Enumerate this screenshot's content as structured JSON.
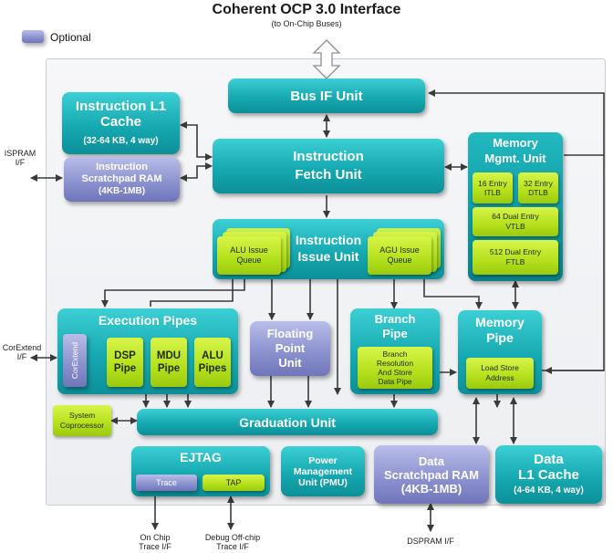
{
  "header": {
    "title": "Coherent OCP 3.0 Interface",
    "subtitle": "(to On-Chip Buses)"
  },
  "legend": {
    "label": "Optional",
    "color": "#8d93d0"
  },
  "colors": {
    "core": "#16a9b1",
    "optional": "#8d93d0",
    "sub_unit": "#b4e01b",
    "arrow": "#3a3a3a"
  },
  "blocks": {
    "bus_if": {
      "label": "Bus IF Unit"
    },
    "icache": {
      "line1": "Instruction L1",
      "line2": "Cache",
      "detail": "(32-64 KB, 4 way)"
    },
    "ispram": {
      "line1": "Instruction",
      "line2": "Scratchpad RAM",
      "detail": "(4KB-1MB)"
    },
    "ifu": {
      "line1": "Instruction",
      "line2": "Fetch Unit"
    },
    "mmu": {
      "line1": "Memory",
      "line2": "Mgmt. Unit",
      "itlb": {
        "line1": "16 Entry",
        "line2": "ITLB"
      },
      "dtlb": {
        "line1": "32 Entry",
        "line2": "DTLB"
      },
      "vtlb": {
        "line1": "64 Dual Entry",
        "line2": "VTLB"
      },
      "ftlb": {
        "line1": "512 Dual Entry",
        "line2": "FTLB"
      }
    },
    "iiu": {
      "line1": "Instruction",
      "line2": "Issue Unit",
      "alu_q": {
        "line1": "ALU Issue",
        "line2": "Queue"
      },
      "agu_q": {
        "line1": "AGU Issue",
        "line2": "Queue"
      }
    },
    "exec": {
      "title": "Execution Pipes",
      "corextend": "CorExtend",
      "dsp": {
        "line1": "DSP",
        "line2": "Pipe"
      },
      "mdu": {
        "line1": "MDU",
        "line2": "Pipe"
      },
      "alu": {
        "line1": "ALU",
        "line2": "Pipes"
      }
    },
    "fpu": {
      "line1": "Floating",
      "line2": "Point",
      "line3": "Unit"
    },
    "branch": {
      "line1": "Branch",
      "line2": "Pipe",
      "detail": [
        "Branch",
        "Resolution",
        "And Store",
        "Data Pipe"
      ]
    },
    "mempipe": {
      "line1": "Memory",
      "line2": "Pipe",
      "lsa": {
        "line1": "Load Store",
        "line2": "Address"
      }
    },
    "syscop": {
      "line1": "System",
      "line2": "Coprocessor"
    },
    "grad": {
      "label": "Graduation Unit"
    },
    "ejtag": {
      "title": "EJTAG",
      "trace": "Trace",
      "tap": "TAP"
    },
    "pmu": {
      "line1": "Power",
      "line2": "Management",
      "line3": "Unit (PMU)"
    },
    "dspram": {
      "line1": "Data",
      "line2": "Scratchpad RAM",
      "detail": "(4KB-1MB)"
    },
    "dcache": {
      "line1": "Data",
      "line2": "L1 Cache",
      "detail": "(4-64 KB, 4 way)"
    }
  },
  "external": {
    "ispram_if": {
      "line1": "ISPRAM",
      "line2": "I/F"
    },
    "corextend_if": {
      "line1": "CorExtend",
      "line2": "I/F"
    },
    "onchip_trace": {
      "line1": "On Chip",
      "line2": "Trace I/F"
    },
    "debug_trace": {
      "line1": "Debug Off-chip",
      "line2": "Trace I/F"
    },
    "dspram_if": {
      "line1": "DSPRAM I/F"
    }
  }
}
